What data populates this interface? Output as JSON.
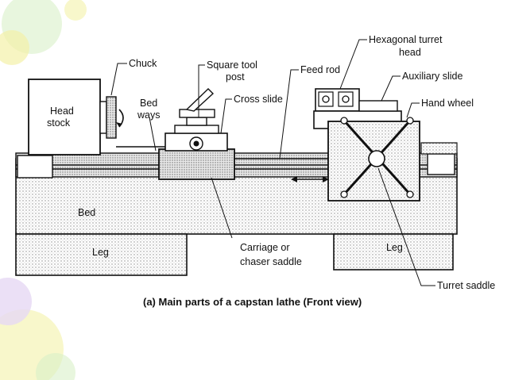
{
  "diagram": {
    "labels": {
      "chuck": "Chuck",
      "square_tool_post_1": "Square tool",
      "square_tool_post_2": "post",
      "cross_slide": "Cross slide",
      "feed_rod": "Feed rod",
      "hex_turret_1": "Hexagonal turret",
      "hex_turret_2": "head",
      "auxiliary_slide": "Auxiliary slide",
      "hand_wheel": "Hand wheel",
      "head_stock_1": "Head",
      "head_stock_2": "stock",
      "bed_ways_1": "Bed",
      "bed_ways_2": "ways",
      "bed": "Bed",
      "leg_left": "Leg",
      "leg_right": "Leg",
      "carriage_1": "Carriage or",
      "carriage_2": "chaser saddle",
      "turret_saddle": "Turret saddle"
    },
    "caption": "(a) Main parts of a capstan lathe (Front view)"
  },
  "colors": {
    "line": "#111111",
    "stipple": "#9a9a9a",
    "decor_yellow": "#f4f1a8",
    "decor_green": "#d8f0c8",
    "decor_purple": "#e6d8f4"
  }
}
